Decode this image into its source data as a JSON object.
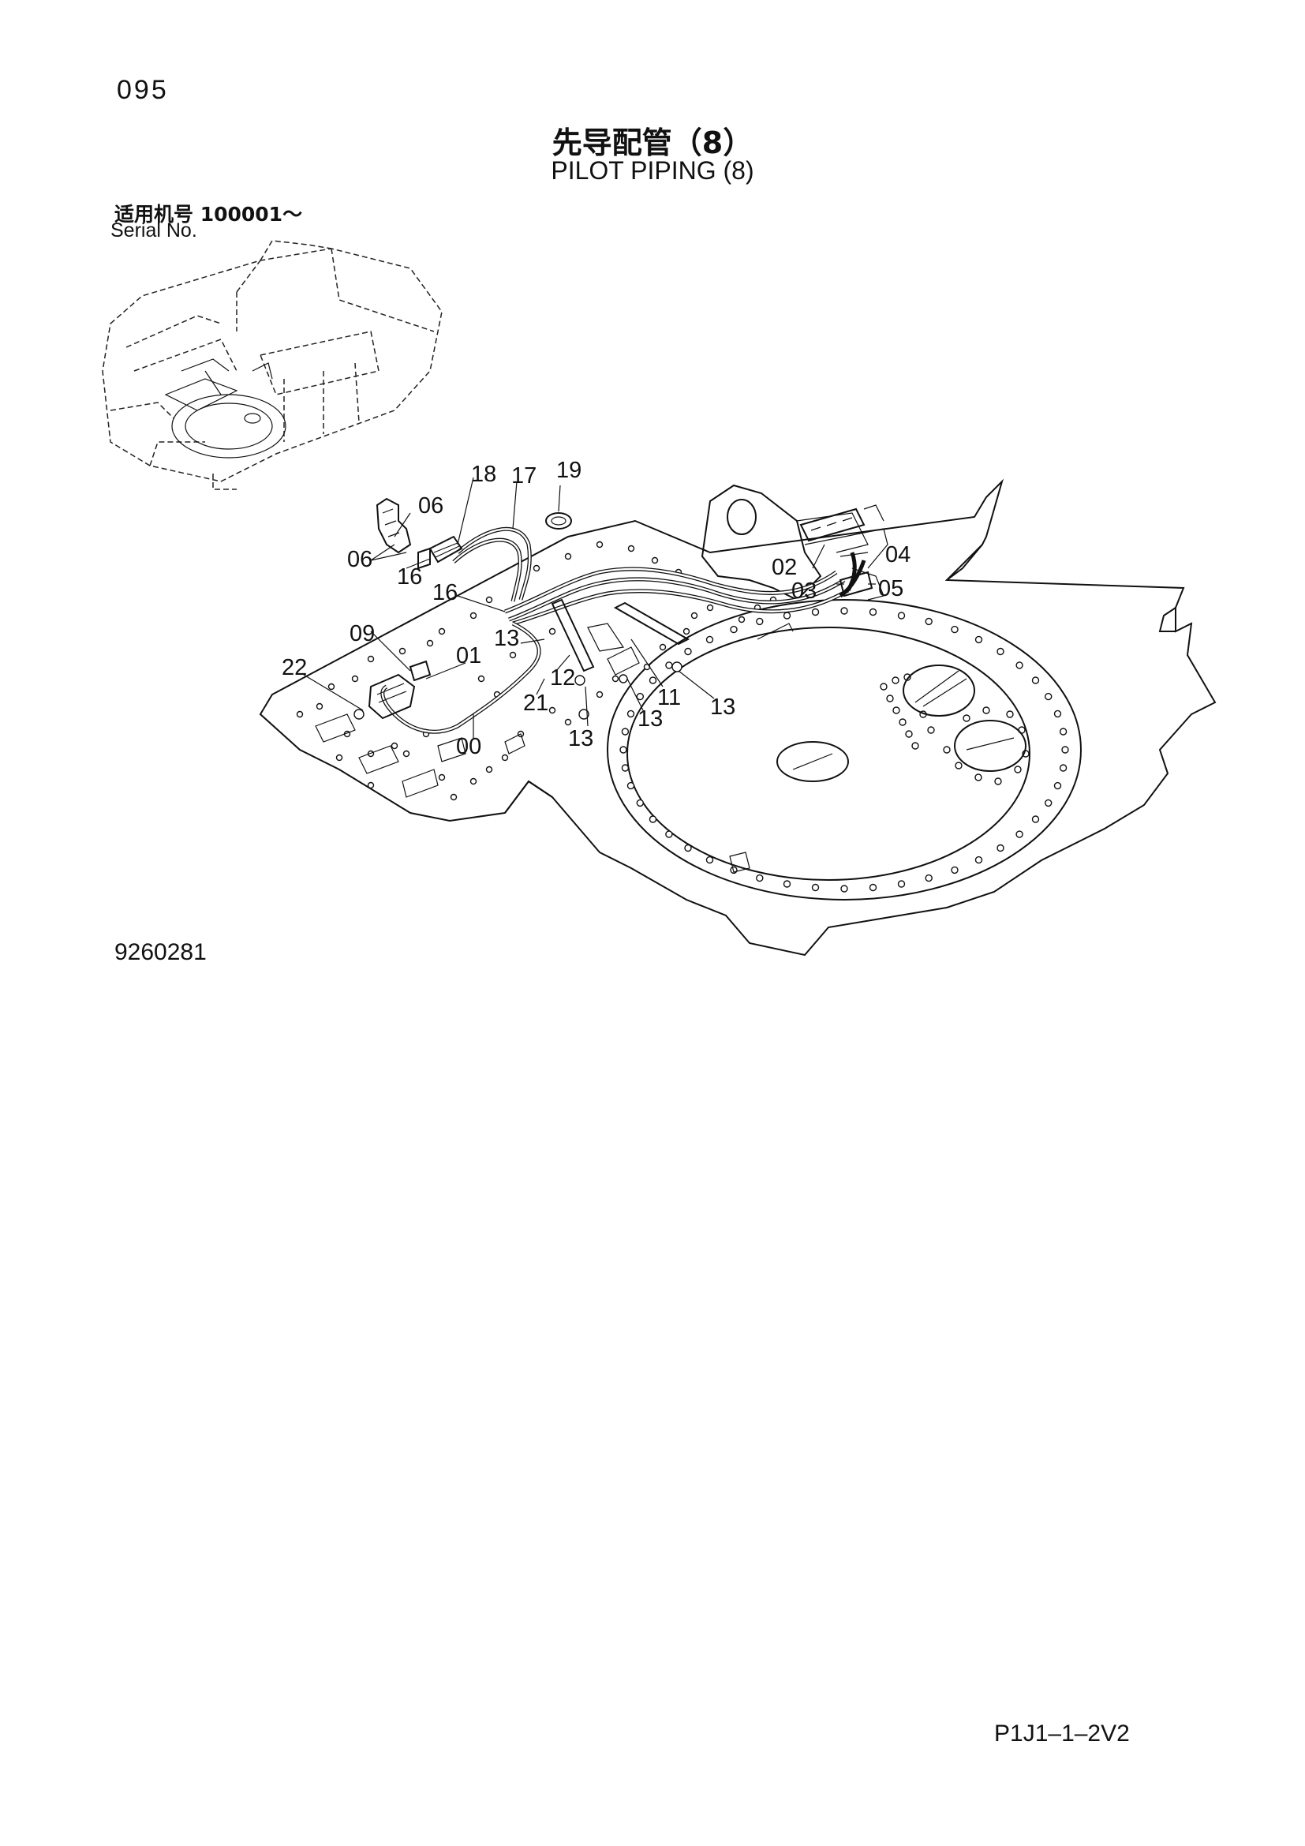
{
  "header": {
    "page_number": "095",
    "title_cn": "先导配管（8）",
    "title_en": "PILOT PIPING (8)"
  },
  "serial": {
    "cn": "适用机号  100001～",
    "en": "Serial No."
  },
  "drawing_number": "9260281",
  "footer_code": "P1J1–1–2V2",
  "callouts": {
    "c18": "18",
    "c17": "17",
    "c19": "19",
    "c06a": "06",
    "c06b": "06",
    "c16a": "16",
    "c16b": "16",
    "c09": "09",
    "c01": "01",
    "c22": "22",
    "c13a": "13",
    "c12": "12",
    "c21": "21",
    "c00": "00",
    "c13b": "13",
    "c13c": "13",
    "c11": "11",
    "c13d": "13",
    "c02": "02",
    "c04": "04",
    "c03": "03",
    "c05": "05"
  }
}
